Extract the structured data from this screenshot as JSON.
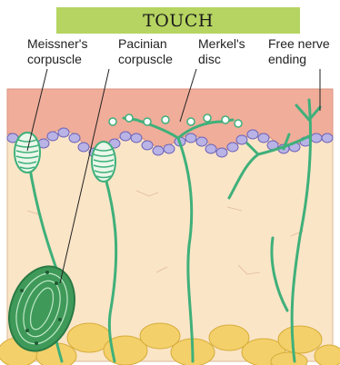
{
  "title": "TOUCH",
  "labels": {
    "meissner": "Meissner's\ncorpuscle",
    "pacinian": "Pacinian\ncorpuscle",
    "merkel": "Merkel's\ndisc",
    "free_nerve": "Free nerve\nending"
  },
  "colors": {
    "banner": "#b6d461",
    "epidermis": "#f0ad9a",
    "dermis": "#fbe5c7",
    "basal_cells": "#b9b3e6",
    "nerve": "#3fb07a",
    "fat": "#f4d06a"
  }
}
